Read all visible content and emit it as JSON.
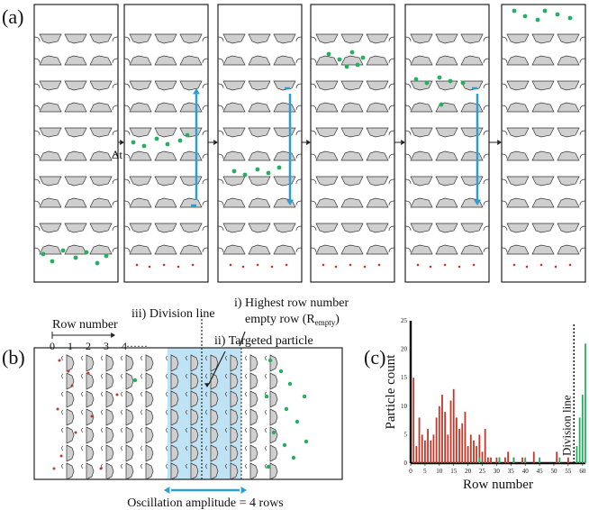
{
  "panel_a": {
    "label": "(a)",
    "time_step_label": "Δt",
    "frame_count": 6,
    "amplitude_arrows_in_frames": [
      2,
      3,
      5
    ]
  },
  "panel_b": {
    "label": "(b)",
    "row_number_label": "Row number",
    "row_ticks": [
      "0",
      "1",
      "2",
      "3",
      "4",
      "······"
    ],
    "division_line_label": "iii) Division line",
    "highest_empty_row_label_line1": "i) Highest row number",
    "highest_empty_row_label_line2": "empty row (R",
    "highest_empty_row_sub": "empty",
    "highest_empty_row_close": ")",
    "targeted_particle_label": "ii) Targeted particle",
    "amplitude_label": "Oscillation amplitude = 4 rows"
  },
  "panel_c": {
    "label": "(c)",
    "division_line_text": "Division line",
    "chart_data": {
      "type": "bar",
      "xlabel": "Row number",
      "ylabel": "Particle count",
      "xlim": [
        0,
        61
      ],
      "ylim": [
        0,
        25
      ],
      "x_ticks": [
        "0",
        "5",
        "10",
        "15",
        "20",
        "25",
        "30",
        "35",
        "40",
        "45",
        "50",
        "55",
        "60"
      ],
      "y_ticks": [
        "0",
        "5",
        "10",
        "15",
        "20",
        "25"
      ],
      "division_line_x": 57,
      "series": [
        {
          "color": "#c0392b",
          "x": [
            1,
            2,
            3,
            4,
            5,
            6,
            7,
            8,
            9,
            10,
            11,
            12,
            13,
            14,
            15,
            16,
            17,
            18,
            19,
            20,
            21,
            22,
            23,
            24,
            25,
            26,
            27,
            28,
            29,
            30,
            31,
            32,
            33,
            34,
            35,
            36,
            37,
            38,
            39,
            40,
            41,
            42,
            43,
            44,
            45,
            46,
            47,
            48,
            49,
            50,
            51,
            52,
            53,
            54,
            55,
            56
          ],
          "values": [
            15,
            3,
            8,
            5,
            4,
            6,
            4,
            5,
            8,
            10,
            12,
            9,
            5,
            11,
            13,
            8,
            6,
            7,
            9,
            3,
            5,
            4,
            3,
            5,
            2,
            6,
            1,
            1,
            0,
            1,
            1,
            0,
            1,
            2,
            0,
            1,
            0,
            0,
            1,
            0,
            0,
            0,
            2,
            0,
            0,
            0,
            0,
            0,
            0,
            0,
            2,
            0,
            0,
            0,
            1,
            0
          ]
        },
        {
          "color": "#27ae60",
          "x": [
            24,
            31,
            36,
            40,
            45,
            52,
            58,
            59,
            60,
            61
          ],
          "values": [
            1,
            1,
            1,
            1,
            1,
            1,
            3,
            8,
            12,
            21
          ]
        }
      ]
    }
  }
}
